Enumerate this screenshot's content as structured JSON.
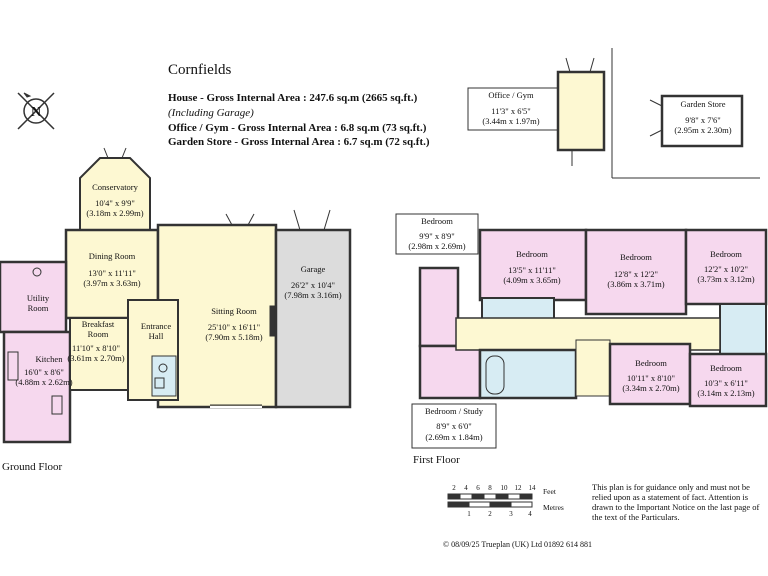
{
  "title": "Cornfields",
  "areas": {
    "house": "House - Gross Internal Area  :  247.6 sq.m    (2665 sq.ft.)",
    "including": "(Including Garage)",
    "office": "Office / Gym - Gross Internal Area  :  6.8 sq.m    (73 sq.ft.)",
    "garden": "Garden Store - Gross Internal Area  :  6.7 sq.m    (72 sq.ft.)"
  },
  "compass": "N",
  "floors": {
    "ground": "Ground Floor",
    "first": "First Floor"
  },
  "rooms": {
    "conservatory": {
      "name": "Conservatory",
      "imperial": "10'4\" x 9'9\"",
      "metric": "(3.18m x 2.99m)"
    },
    "dining": {
      "name": "Dining Room",
      "imperial": "13'0\" x 11'11\"",
      "metric": "(3.97m x 3.63m)"
    },
    "sitting": {
      "name": "Sitting Room",
      "imperial": "25'10\" x 16'11\"",
      "metric": "(7.90m x 5.18m)"
    },
    "garage": {
      "name": "Garage",
      "imperial": "26'2\" x 10'4\"",
      "metric": "(7.98m x 3.16m)"
    },
    "utility": {
      "name1": "Utility",
      "name2": "Room"
    },
    "breakfast": {
      "name1": "Breakfast",
      "name2": "Room",
      "imperial": "11'10\" x 8'10\"",
      "metric": "(3.61m x 2.70m)"
    },
    "kitchen": {
      "name": "Kitchen",
      "imperial": "16'0\" x 8'6\"",
      "metric": "(4.88m x 2.62m)"
    },
    "entrance": {
      "name1": "Entrance",
      "name2": "Hall"
    },
    "office": {
      "name": "Office / Gym",
      "imperial": "11'3\" x 6'5\"",
      "metric": "(3.44m x 1.97m)"
    },
    "gardenstore": {
      "name": "Garden Store",
      "imperial": "9'8\" x 7'6\"",
      "metric": "(2.95m x 2.30m)"
    },
    "bed1": {
      "name": "Bedroom",
      "imperial": "9'9\" x 8'9\"",
      "metric": "(2.98m x 2.69m)"
    },
    "bed2": {
      "name": "Bedroom",
      "imperial": "13'5\" x 11'11\"",
      "metric": "(4.09m x 3.65m)"
    },
    "bed3": {
      "name": "Bedroom",
      "imperial": "12'8\" x 12'2\"",
      "metric": "(3.86m x 3.71m)"
    },
    "bed4": {
      "name": "Bedroom",
      "imperial": "12'2\" x 10'2\"",
      "metric": "(3.73m x 3.12m)"
    },
    "bed5": {
      "name": "Bedroom",
      "imperial": "10'11\" x 8'10\"",
      "metric": "(3.34m x 2.70m)"
    },
    "bed6": {
      "name": "Bedroom",
      "imperial": "10'3\" x 6'11\"",
      "metric": "(3.14m x 2.13m)"
    },
    "study": {
      "name": "Bedroom / Study",
      "imperial": "8'9\" x 6'0\"",
      "metric": "(2.69m x 1.84m)"
    }
  },
  "scale": {
    "feet_ticks": [
      "2",
      "4",
      "6",
      "8",
      "10",
      "12",
      "14"
    ],
    "feet_label": "Feet",
    "metre_ticks": [
      "1",
      "2",
      "3",
      "4"
    ],
    "metre_label": "Metres"
  },
  "copyright": "©  08/09/25  Trueplan  (UK) Ltd  01892 614 881",
  "disclaimer": "This plan is for guidance only and must not be relied upon as a statement of fact. Attention is drawn to the Important Notice on the last page of the text of the Particulars.",
  "colors": {
    "wall": "#333333",
    "reception": "#fdf8d2",
    "bedroom": "#f6d8ee",
    "bathroom": "#d7ecf3",
    "garage": "#dcdcdc"
  }
}
